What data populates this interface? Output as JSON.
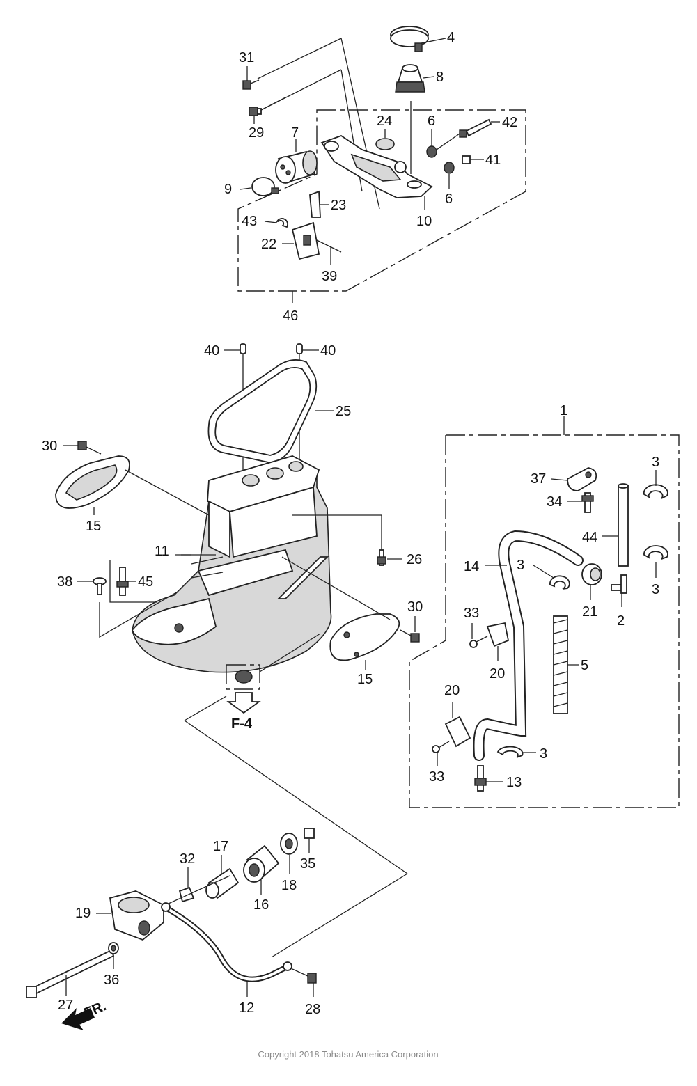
{
  "diagram": {
    "parts": [
      {
        "id": "p1",
        "label": "1"
      },
      {
        "id": "p2",
        "label": "2"
      },
      {
        "id": "p3a",
        "label": "3"
      },
      {
        "id": "p3b",
        "label": "3"
      },
      {
        "id": "p3c",
        "label": "3"
      },
      {
        "id": "p3d",
        "label": "3"
      },
      {
        "id": "p4",
        "label": "4"
      },
      {
        "id": "p5",
        "label": "5"
      },
      {
        "id": "p6a",
        "label": "6"
      },
      {
        "id": "p6b",
        "label": "6"
      },
      {
        "id": "p7",
        "label": "7"
      },
      {
        "id": "p8",
        "label": "8"
      },
      {
        "id": "p9",
        "label": "9"
      },
      {
        "id": "p10",
        "label": "10"
      },
      {
        "id": "p11",
        "label": "11"
      },
      {
        "id": "p12",
        "label": "12"
      },
      {
        "id": "p13",
        "label": "13"
      },
      {
        "id": "p14",
        "label": "14"
      },
      {
        "id": "p15a",
        "label": "15"
      },
      {
        "id": "p15b",
        "label": "15"
      },
      {
        "id": "p16",
        "label": "16"
      },
      {
        "id": "p17",
        "label": "17"
      },
      {
        "id": "p18",
        "label": "18"
      },
      {
        "id": "p19",
        "label": "19"
      },
      {
        "id": "p20a",
        "label": "20"
      },
      {
        "id": "p20b",
        "label": "20"
      },
      {
        "id": "p21",
        "label": "21"
      },
      {
        "id": "p22",
        "label": "22"
      },
      {
        "id": "p23",
        "label": "23"
      },
      {
        "id": "p24",
        "label": "24"
      },
      {
        "id": "p25",
        "label": "25"
      },
      {
        "id": "p26",
        "label": "26"
      },
      {
        "id": "p27",
        "label": "27"
      },
      {
        "id": "p28",
        "label": "28"
      },
      {
        "id": "p29",
        "label": "29"
      },
      {
        "id": "p30a",
        "label": "30"
      },
      {
        "id": "p30b",
        "label": "30"
      },
      {
        "id": "p31",
        "label": "31"
      },
      {
        "id": "p32",
        "label": "32"
      },
      {
        "id": "p33a",
        "label": "33"
      },
      {
        "id": "p33b",
        "label": "33"
      },
      {
        "id": "p34",
        "label": "34"
      },
      {
        "id": "p35",
        "label": "35"
      },
      {
        "id": "p36",
        "label": "36"
      },
      {
        "id": "p37",
        "label": "37"
      },
      {
        "id": "p38",
        "label": "38"
      },
      {
        "id": "p39",
        "label": "39"
      },
      {
        "id": "p40a",
        "label": "40"
      },
      {
        "id": "p40b",
        "label": "40"
      },
      {
        "id": "p41",
        "label": "41"
      },
      {
        "id": "p42",
        "label": "42"
      },
      {
        "id": "p43",
        "label": "43"
      },
      {
        "id": "p44",
        "label": "44"
      },
      {
        "id": "p45",
        "label": "45"
      },
      {
        "id": "p46",
        "label": "46"
      }
    ],
    "reference_label": "F-4",
    "front_indicator": "FR.",
    "copyright": "Copyright 2018 Tohatsu America Corporation"
  }
}
